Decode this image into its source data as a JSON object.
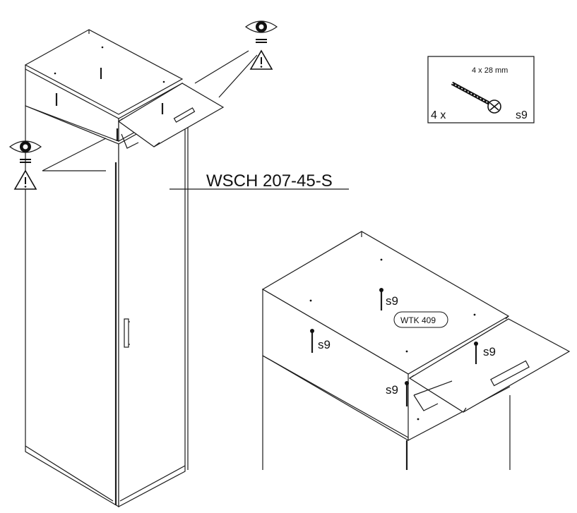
{
  "model_label": "WSCH 207-45-S",
  "part_label": "WTK 409",
  "hardware_box": {
    "quantity": "4 x",
    "size": "4 x 28 mm",
    "code": "s9"
  },
  "screw_labels": {
    "top": "s9",
    "front": "s9",
    "shelf": "s9",
    "side": "s9"
  },
  "symbols": {
    "eye_icon": "eye-icon",
    "warning_icon": "warning-triangle-icon"
  }
}
